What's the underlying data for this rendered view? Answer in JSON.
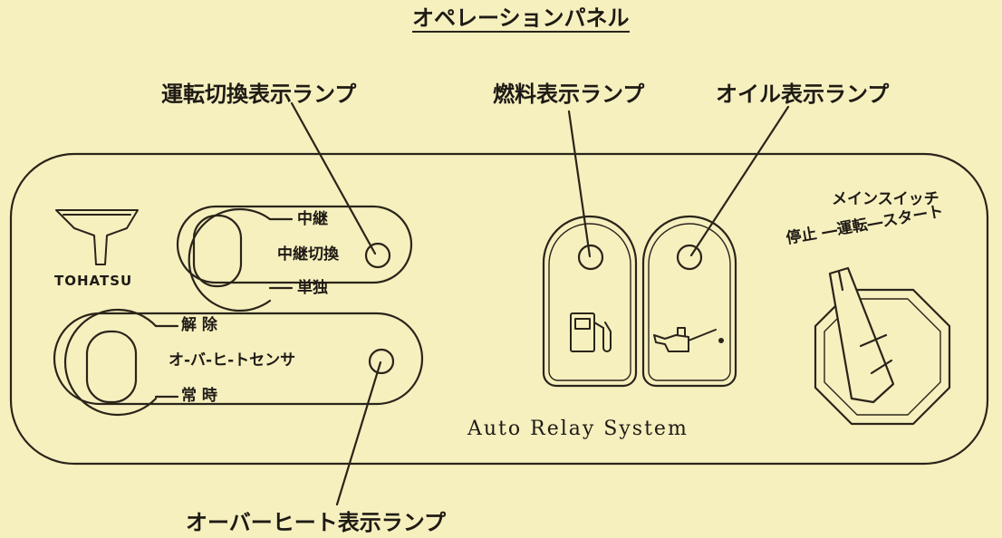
{
  "title": "オペレーションパネル",
  "callouts": {
    "relay_lamp": "運転切換表示ランプ",
    "fuel_lamp": "燃料表示ランプ",
    "oil_lamp": "オイル表示ランプ",
    "overheat_lamp": "オーバーヒート表示ランプ"
  },
  "brand": "TOHATSU",
  "relay_switch": {
    "upper": "中継",
    "middle": "中継切換",
    "lower": "単独"
  },
  "overheat_switch": {
    "upper": "解 除",
    "middle": "オ-バ-ヒ-トセンサ",
    "lower": "常 時"
  },
  "main_switch": {
    "title": "メインスイッチ",
    "positions": "停止 ―運転―スタート"
  },
  "system_name": "Auto Relay System",
  "icons": {
    "fuel": "fuel-pump-icon",
    "oil": "oil-can-icon",
    "logo": "tohatsu-logo-icon",
    "key": "main-key-switch-icon"
  }
}
